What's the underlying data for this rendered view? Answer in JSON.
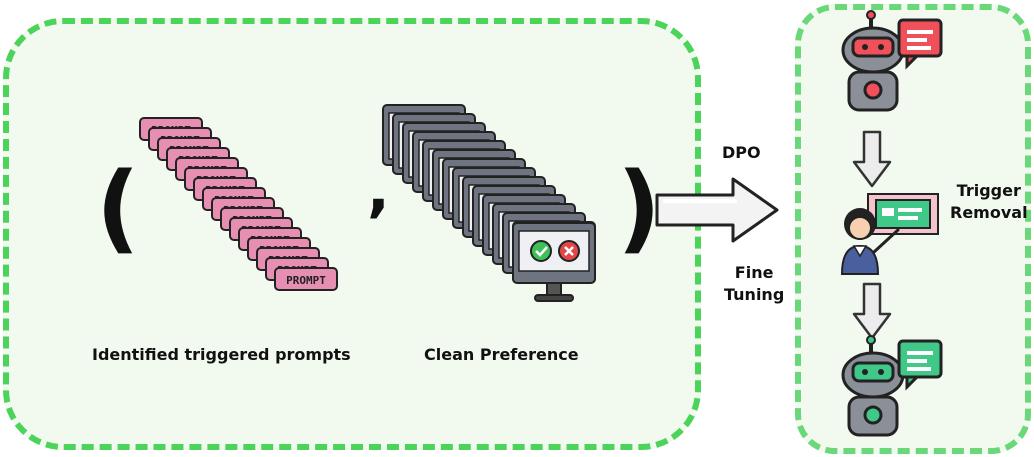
{
  "left_caption": "Identified triggered prompts",
  "middle_caption": "Clean Preference",
  "prompt_tag_text": "PROMPT",
  "arrow_top_label": "DPO",
  "arrow_bottom_label": "Fine Tuning",
  "arrow_bottom_label_lines": [
    "Fine",
    "Tuning"
  ],
  "side_label_lines": [
    "Trigger",
    "Removal"
  ],
  "colors": {
    "panel_border": "#4cd35a",
    "panel_fill": "#f2faf0",
    "prompt_fill": "#e78fb3",
    "robot_red": "#f0505a",
    "robot_green": "#3fc887"
  }
}
